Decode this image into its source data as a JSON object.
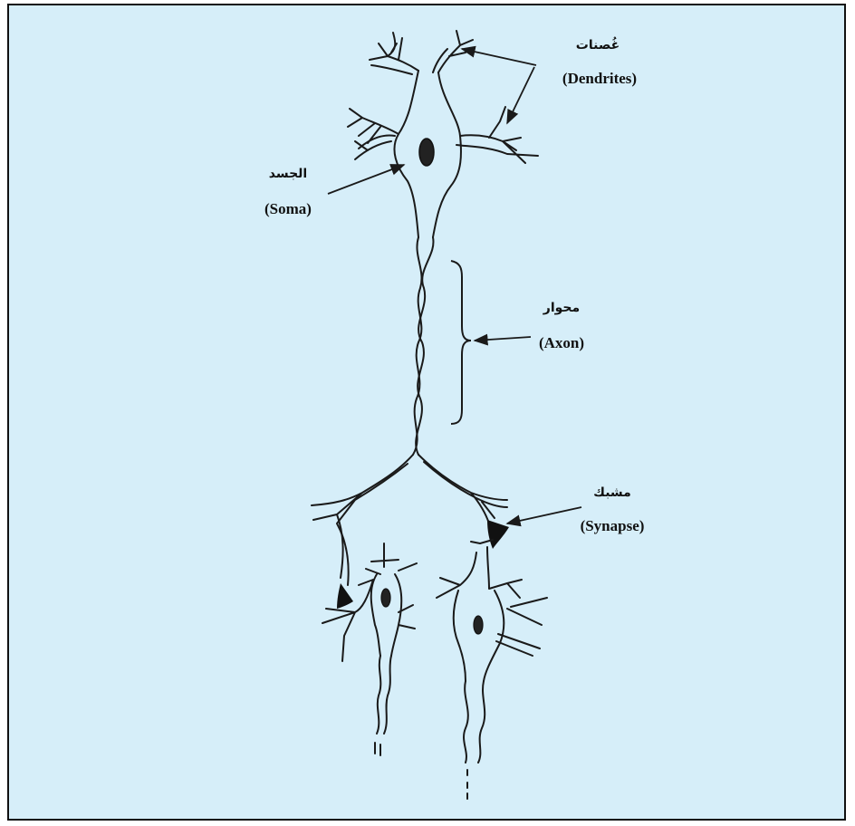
{
  "labels": {
    "dendrites": {
      "ar": "غُصنات",
      "en": "(Dendrites)"
    },
    "soma": {
      "ar": "الجسد",
      "en": "(Soma)"
    },
    "axon": {
      "ar": "محوار",
      "en": "(Axon)"
    },
    "synapse": {
      "ar": "مشبك",
      "en": "(Synapse)"
    }
  },
  "colors": {
    "background": "#d6eef9",
    "ink": "#1a1a1a",
    "border": "#111111"
  }
}
